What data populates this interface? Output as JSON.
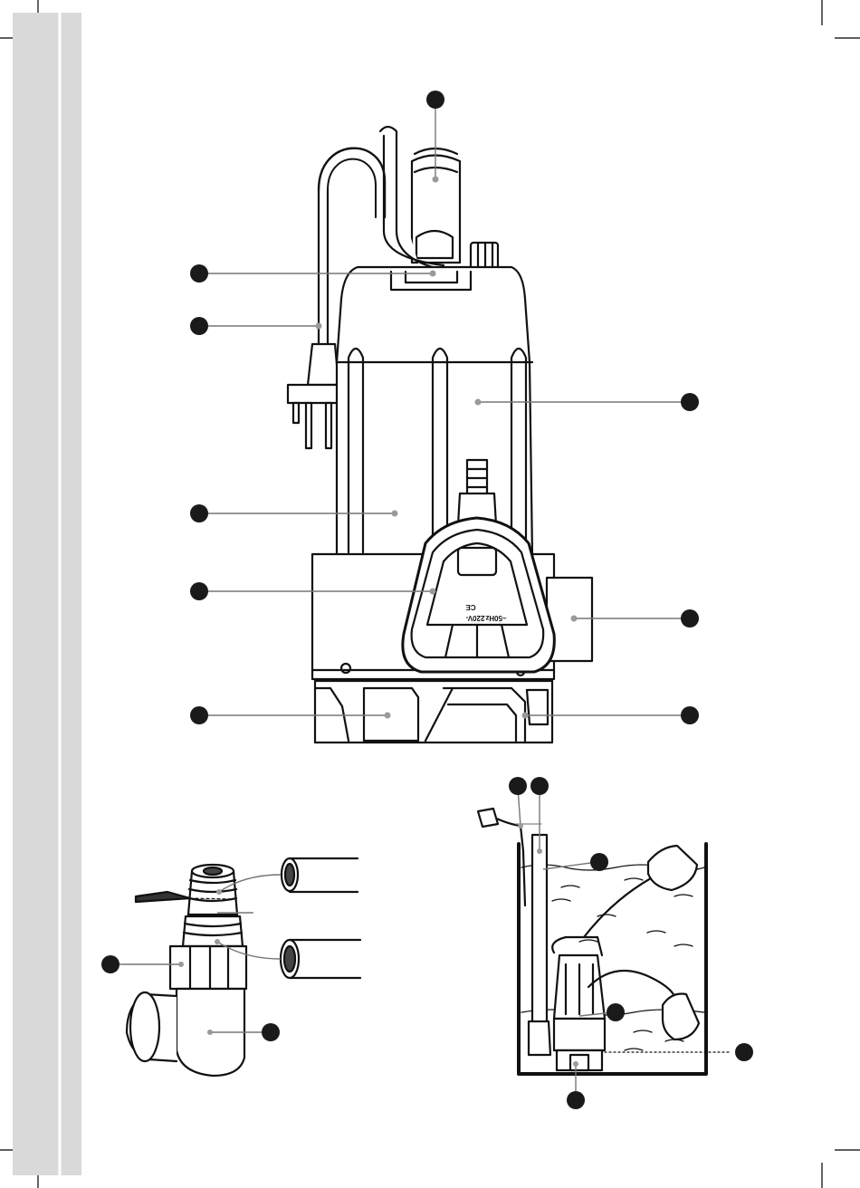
{
  "manual_page": {
    "side_strip_color": "#d9d9d9",
    "callout_marker_color": "#1a1a1a",
    "leader_line_color": "#777777",
    "leader_dot_color": "#9a9a9a"
  },
  "figures": [
    {
      "figure": "pump-overview",
      "callouts": [
        "outlet-pipe",
        "float-switch-holder",
        "power-cord-with-plug",
        "float-switch-cable",
        "pump-housing-handle",
        "float-switch",
        "side-outlet",
        "base-intake-feet-left",
        "base-intake-feet-right"
      ]
    },
    {
      "figure": "hose-adapter",
      "callouts": [
        "adapter-nut",
        "elbow-connector"
      ]
    },
    {
      "figure": "installation-in-shaft",
      "callouts": [
        "power-plug",
        "discharge-pipe",
        "float-switch-on-water",
        "submerged-pump",
        "minimum-water-level",
        "base-intake"
      ]
    }
  ],
  "pump_label": {
    "certification_mark": "CE",
    "rating_line_1": "220V-",
    "rating_line_2": "~50Hz"
  }
}
